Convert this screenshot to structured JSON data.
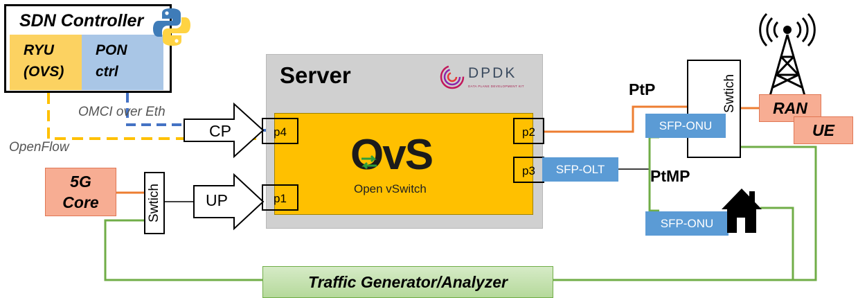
{
  "sdn_controller": {
    "title": "SDN Controller",
    "ryu_line1": "RYU",
    "ryu_line2": "(OVS)",
    "pon_line1": "PON",
    "pon_line2": "ctrl"
  },
  "server": {
    "title": "Server",
    "dpdk_logo": "DPDK",
    "dpdk_tagline": "DATA PLANE DEVELOPMENT KIT"
  },
  "ovs": {
    "logo_text": "OvS",
    "subtitle": "Open vSwitch"
  },
  "ports": {
    "p1": "p1",
    "p2": "p2",
    "p3": "p3",
    "p4": "p4"
  },
  "arrows": {
    "cp": "CP",
    "up": "UP"
  },
  "labels": {
    "omci": "OMCI over Eth",
    "openflow": "OpenFlow",
    "ptp": "PtP",
    "ptmp": "PtMP"
  },
  "devices": {
    "sfp_olt": "SFP-OLT",
    "sfp_onu_top": "SFP-ONU",
    "sfp_onu_bottom": "SFP-ONU",
    "switch_right": "Swtich",
    "switch_left": "Swtich",
    "ran": "RAN",
    "ue": "UE",
    "core_line1": "5G",
    "core_line2": "Core",
    "traffic": "Traffic Generator/Analyzer"
  },
  "colors": {
    "openflow_line": "#ffc000",
    "omci_line": "#4472c4",
    "orange_link": "#ed7d31",
    "green_link": "#70ad47",
    "ovs_yellow": "#ffc000",
    "sfp_blue": "#5b9bd5"
  }
}
